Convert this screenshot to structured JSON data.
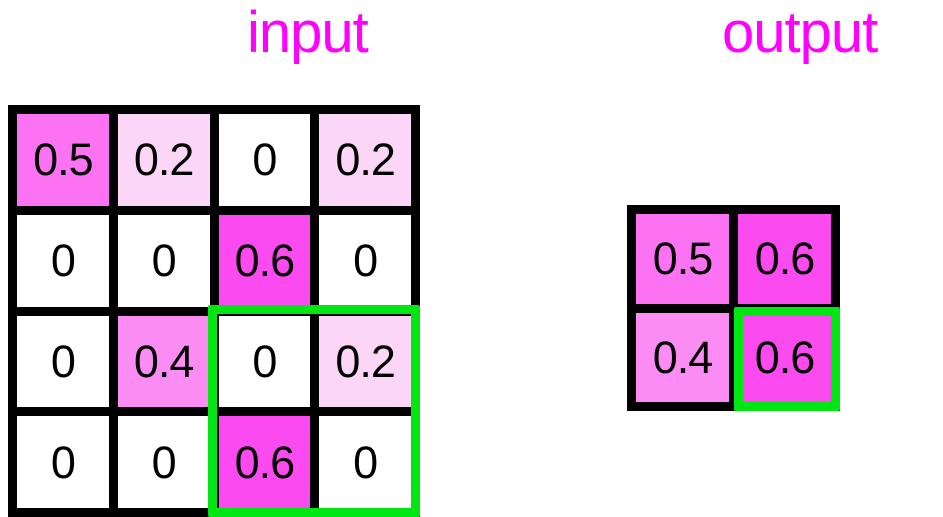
{
  "titles": {
    "input": "input",
    "output": "output",
    "color": "#ff00ff"
  },
  "palette": {
    "background": "#ffffff",
    "grid_line": "#000000",
    "highlight": "#00e613",
    "text": "#000000",
    "value_colors": {
      "0": "#ffffff",
      "0.2": "#fbd6f7",
      "0.4": "#fb8cf4",
      "0.5": "#fb72f2",
      "0.6": "#fb4af0"
    }
  },
  "chart_data": {
    "type": "heatmap",
    "title": "",
    "xlabel": "",
    "ylabel": "",
    "grids": [
      {
        "name": "input",
        "label": "input",
        "rows": 4,
        "cols": 4,
        "values": [
          [
            0.5,
            0.2,
            0,
            0.2
          ],
          [
            0,
            0,
            0.6,
            0
          ],
          [
            0,
            0.4,
            0,
            0.2
          ],
          [
            0,
            0,
            0.6,
            0
          ]
        ],
        "display": [
          [
            "0.5",
            "0.2",
            "0",
            "0.2"
          ],
          [
            "0",
            "0",
            "0.6",
            "0"
          ],
          [
            "0",
            "0.4",
            "0",
            "0.2"
          ],
          [
            "0",
            "0",
            "0.6",
            "0"
          ]
        ],
        "highlight_region": {
          "row_start": 2,
          "row_end": 3,
          "col_start": 2,
          "col_end": 3
        }
      },
      {
        "name": "output",
        "label": "output",
        "rows": 2,
        "cols": 2,
        "values": [
          [
            0.5,
            0.6
          ],
          [
            0.4,
            0.6
          ]
        ],
        "display": [
          [
            "0.5",
            "0.6"
          ],
          [
            "0.4",
            "0.6"
          ]
        ],
        "highlight_region": {
          "row_start": 1,
          "row_end": 1,
          "col_start": 1,
          "col_end": 1
        }
      }
    ],
    "vmin": 0,
    "vmax": 0.6,
    "colormap": "white-to-magenta"
  },
  "input_grid": {
    "cells": [
      {
        "value": "0.5",
        "num": 0.5
      },
      {
        "value": "0.2",
        "num": 0.2
      },
      {
        "value": "0",
        "num": 0
      },
      {
        "value": "0.2",
        "num": 0.2
      },
      {
        "value": "0",
        "num": 0
      },
      {
        "value": "0",
        "num": 0
      },
      {
        "value": "0.6",
        "num": 0.6
      },
      {
        "value": "0",
        "num": 0
      },
      {
        "value": "0",
        "num": 0
      },
      {
        "value": "0.4",
        "num": 0.4
      },
      {
        "value": "0",
        "num": 0
      },
      {
        "value": "0.2",
        "num": 0.2
      },
      {
        "value": "0",
        "num": 0
      },
      {
        "value": "0",
        "num": 0
      },
      {
        "value": "0.6",
        "num": 0.6
      },
      {
        "value": "0",
        "num": 0
      }
    ]
  },
  "output_grid": {
    "cells": [
      {
        "value": "0.5",
        "num": 0.5
      },
      {
        "value": "0.6",
        "num": 0.6
      },
      {
        "value": "0.4",
        "num": 0.4
      },
      {
        "value": "0.6",
        "num": 0.6
      }
    ]
  }
}
